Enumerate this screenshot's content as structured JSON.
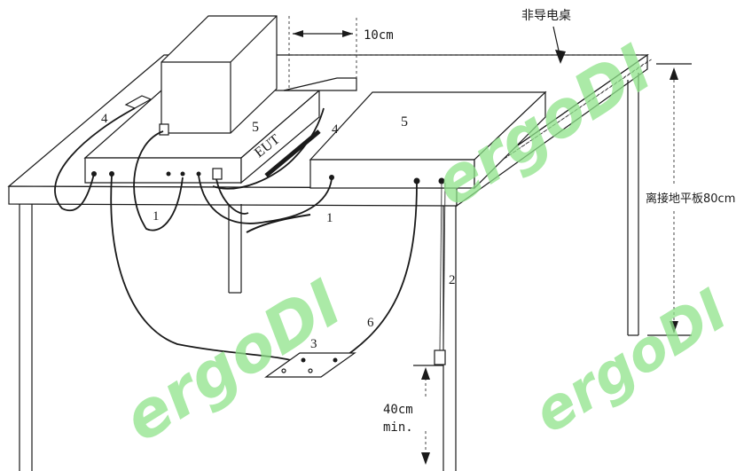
{
  "labels": {
    "non_conductive_table": "非导电桌",
    "spacing_10cm": "10cm",
    "height_80cm": "离接地平板80cm",
    "height_40cm_line1": "40cm",
    "height_40cm_line2": "min.",
    "eut": "EUT",
    "ref_1a": "1",
    "ref_1b": "1",
    "ref_2": "2",
    "ref_3": "3",
    "ref_4a": "4",
    "ref_4b": "4",
    "ref_5a": "5",
    "ref_5b": "5",
    "ref_6": "6"
  },
  "watermark": {
    "text": "ergoDI",
    "color": "#8fe38a"
  }
}
